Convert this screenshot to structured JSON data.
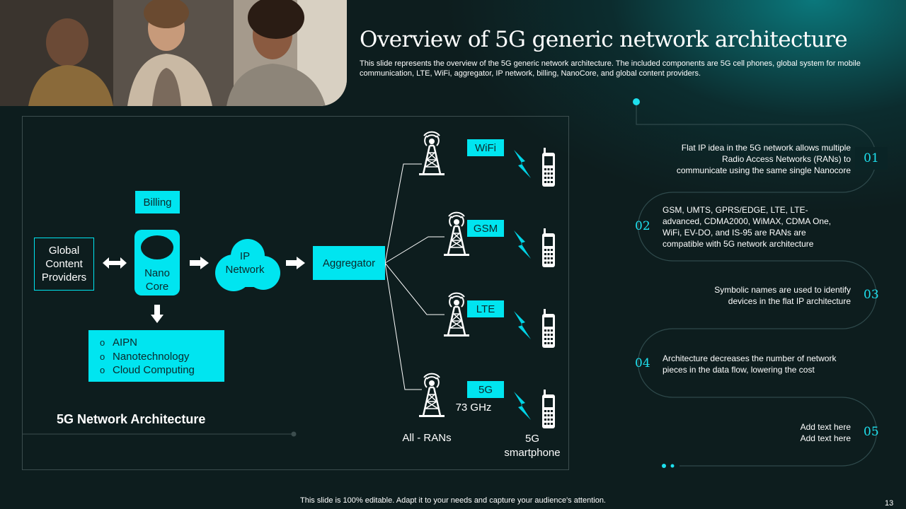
{
  "slide": {
    "title": "Overview of 5G generic network architecture",
    "subtitle": "This slide represents the overview of the 5G generic network architecture. The included components are 5G cell phones, global system for mobile communication, LTE, WiFi, aggregator, IP network, billing, NanoCore, and global content providers.",
    "footer": "This slide is 100% editable. Adapt it to your needs and capture your audience's attention.",
    "page_number": "13"
  },
  "colors": {
    "accent": "#00e5f0",
    "background": "#0d1d1e",
    "text": "#ffffff"
  },
  "diagram": {
    "billing": "Billing",
    "global_content_line1": "Global",
    "global_content_line2": "Content",
    "global_content_line3": "Providers",
    "nano_core_line1": "Nano",
    "nano_core_line2": "Core",
    "ip_network_line1": "IP",
    "ip_network_line2": "Network",
    "aggregator": "Aggregator",
    "nano_core_features": [
      "AIPN",
      "Nanotechnology",
      "Cloud Computing"
    ],
    "rans": [
      "WiFi",
      "GSM",
      "LTE",
      "5G"
    ],
    "frequency": "73 GHz",
    "all_rans": "All - RANs",
    "smartphone_line1": "5G",
    "smartphone_line2": "smartphone",
    "caption": "5G Network Architecture"
  },
  "timeline": [
    {
      "number": "01",
      "text_lines": [
        "Flat IP idea in the 5G network allows multiple",
        "Radio Access Networks (RANs) to",
        "communicate using the same single Nanocore"
      ]
    },
    {
      "number": "02",
      "text_lines": [
        "GSM, UMTS, GPRS/EDGE, LTE, LTE-",
        "advanced, CDMA2000, WiMAX, CDMA One,",
        "WiFi, EV-DO, and IS-95 are RANs are",
        "compatible with 5G network architecture"
      ]
    },
    {
      "number": "03",
      "text_lines": [
        "Symbolic names are used to identify",
        "devices in the flat IP architecture"
      ]
    },
    {
      "number": "04",
      "text_lines": [
        "Architecture decreases the number of network",
        "pieces in the data flow, lowering the cost"
      ]
    },
    {
      "number": "05",
      "text_lines": [
        "Add text here",
        "Add text here"
      ]
    }
  ],
  "icons": {
    "tower": "radio-tower-icon",
    "lightning": "lightning-icon",
    "phone": "mobile-phone-icon",
    "arrow": "arrow-icon"
  }
}
